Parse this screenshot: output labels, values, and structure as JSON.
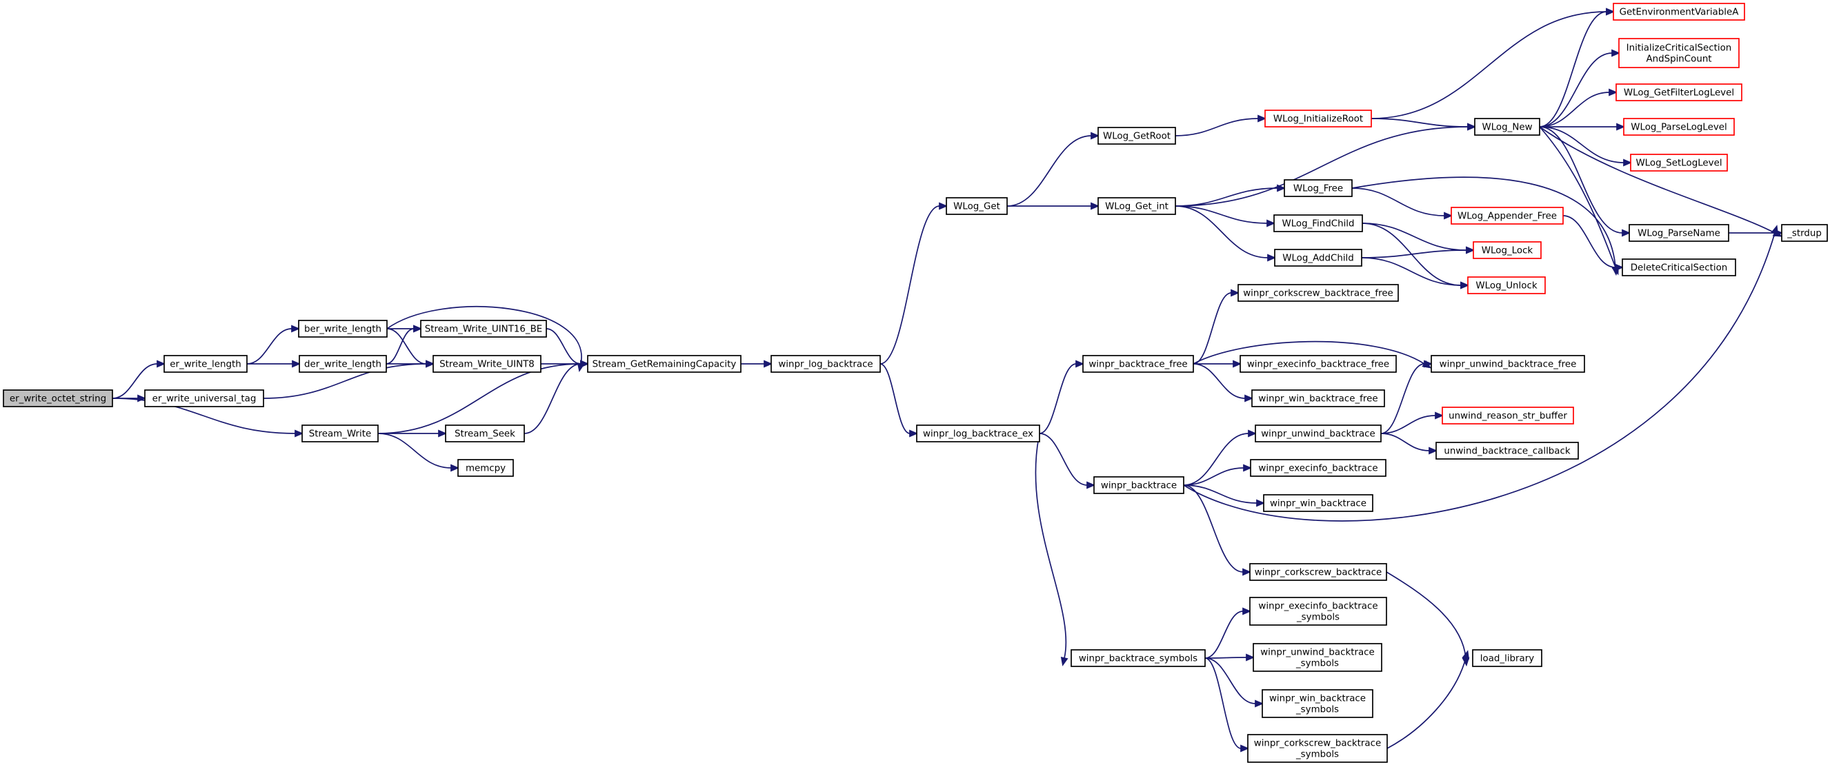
{
  "graph": {
    "nodes": [
      {
        "id": "er_write_octet_string",
        "lines": [
          "er_write_octet_string"
        ],
        "style": "root"
      },
      {
        "id": "er_write_length",
        "lines": [
          "er_write_length"
        ],
        "style": "normal"
      },
      {
        "id": "er_write_universal_tag",
        "lines": [
          "er_write_universal_tag"
        ],
        "style": "normal"
      },
      {
        "id": "Stream_Write",
        "lines": [
          "Stream_Write"
        ],
        "style": "normal"
      },
      {
        "id": "ber_write_length",
        "lines": [
          "ber_write_length"
        ],
        "style": "normal"
      },
      {
        "id": "der_write_length",
        "lines": [
          "der_write_length"
        ],
        "style": "normal"
      },
      {
        "id": "Stream_Write_UINT16_BE",
        "lines": [
          "Stream_Write_UINT16_BE"
        ],
        "style": "normal"
      },
      {
        "id": "Stream_Write_UINT8",
        "lines": [
          "Stream_Write_UINT8"
        ],
        "style": "normal"
      },
      {
        "id": "Stream_Seek",
        "lines": [
          "Stream_Seek"
        ],
        "style": "normal"
      },
      {
        "id": "memcpy",
        "lines": [
          "memcpy"
        ],
        "style": "normal"
      },
      {
        "id": "Stream_GetRemainingCapacity",
        "lines": [
          "Stream_GetRemainingCapacity"
        ],
        "style": "normal"
      },
      {
        "id": "winpr_log_backtrace",
        "lines": [
          "winpr_log_backtrace"
        ],
        "style": "normal"
      },
      {
        "id": "WLog_Get",
        "lines": [
          "WLog_Get"
        ],
        "style": "normal"
      },
      {
        "id": "winpr_log_backtrace_ex",
        "lines": [
          "winpr_log_backtrace_ex"
        ],
        "style": "normal"
      },
      {
        "id": "WLog_GetRoot",
        "lines": [
          "WLog_GetRoot"
        ],
        "style": "normal"
      },
      {
        "id": "WLog_Get_int",
        "lines": [
          "WLog_Get_int"
        ],
        "style": "normal"
      },
      {
        "id": "winpr_backtrace_free",
        "lines": [
          "winpr_backtrace_free"
        ],
        "style": "normal"
      },
      {
        "id": "winpr_backtrace",
        "lines": [
          "winpr_backtrace"
        ],
        "style": "normal"
      },
      {
        "id": "winpr_backtrace_symbols",
        "lines": [
          "winpr_backtrace_symbols"
        ],
        "style": "normal"
      },
      {
        "id": "WLog_InitializeRoot",
        "lines": [
          "WLog_InitializeRoot"
        ],
        "style": "red"
      },
      {
        "id": "WLog_Free",
        "lines": [
          "WLog_Free"
        ],
        "style": "normal"
      },
      {
        "id": "WLog_FindChild",
        "lines": [
          "WLog_FindChild"
        ],
        "style": "normal"
      },
      {
        "id": "WLog_AddChild",
        "lines": [
          "WLog_AddChild"
        ],
        "style": "normal"
      },
      {
        "id": "winpr_corkscrew_backtrace_free",
        "lines": [
          "winpr_corkscrew_backtrace_free"
        ],
        "style": "normal"
      },
      {
        "id": "winpr_execinfo_backtrace_free",
        "lines": [
          "winpr_execinfo_backtrace_free"
        ],
        "style": "normal"
      },
      {
        "id": "winpr_win_backtrace_free",
        "lines": [
          "winpr_win_backtrace_free"
        ],
        "style": "normal"
      },
      {
        "id": "winpr_unwind_backtrace",
        "lines": [
          "winpr_unwind_backtrace"
        ],
        "style": "normal"
      },
      {
        "id": "winpr_execinfo_backtrace",
        "lines": [
          "winpr_execinfo_backtrace"
        ],
        "style": "normal"
      },
      {
        "id": "winpr_win_backtrace",
        "lines": [
          "winpr_win_backtrace"
        ],
        "style": "normal"
      },
      {
        "id": "winpr_corkscrew_backtrace",
        "lines": [
          "winpr_corkscrew_backtrace"
        ],
        "style": "normal"
      },
      {
        "id": "winpr_execinfo_backtrace_symbols",
        "lines": [
          "winpr_execinfo_backtrace",
          "_symbols"
        ],
        "style": "normal"
      },
      {
        "id": "winpr_unwind_backtrace_symbols",
        "lines": [
          "winpr_unwind_backtrace",
          "_symbols"
        ],
        "style": "normal"
      },
      {
        "id": "winpr_win_backtrace_symbols",
        "lines": [
          "winpr_win_backtrace",
          "_symbols"
        ],
        "style": "normal"
      },
      {
        "id": "winpr_corkscrew_backtrace_symbols",
        "lines": [
          "winpr_corkscrew_backtrace",
          "_symbols"
        ],
        "style": "normal"
      },
      {
        "id": "WLog_New",
        "lines": [
          "WLog_New"
        ],
        "style": "normal"
      },
      {
        "id": "WLog_Appender_Free",
        "lines": [
          "WLog_Appender_Free"
        ],
        "style": "red"
      },
      {
        "id": "WLog_Lock",
        "lines": [
          "WLog_Lock"
        ],
        "style": "red"
      },
      {
        "id": "WLog_Unlock",
        "lines": [
          "WLog_Unlock"
        ],
        "style": "red"
      },
      {
        "id": "winpr_unwind_backtrace_free",
        "lines": [
          "winpr_unwind_backtrace_free"
        ],
        "style": "normal"
      },
      {
        "id": "unwind_reason_str_buffer",
        "lines": [
          "unwind_reason_str_buffer"
        ],
        "style": "red"
      },
      {
        "id": "unwind_backtrace_callback",
        "lines": [
          "unwind_backtrace_callback"
        ],
        "style": "normal"
      },
      {
        "id": "load_library",
        "lines": [
          "load_library"
        ],
        "style": "normal"
      },
      {
        "id": "GetEnvironmentVariableA",
        "lines": [
          "GetEnvironmentVariableA"
        ],
        "style": "red"
      },
      {
        "id": "InitializeCriticalSectionAndSpinCount",
        "lines": [
          "InitializeCriticalSection",
          "AndSpinCount"
        ],
        "style": "red"
      },
      {
        "id": "WLog_GetFilterLogLevel",
        "lines": [
          "WLog_GetFilterLogLevel"
        ],
        "style": "red"
      },
      {
        "id": "WLog_ParseLogLevel",
        "lines": [
          "WLog_ParseLogLevel"
        ],
        "style": "red"
      },
      {
        "id": "WLog_SetLogLevel",
        "lines": [
          "WLog_SetLogLevel"
        ],
        "style": "red"
      },
      {
        "id": "WLog_ParseName",
        "lines": [
          "WLog_ParseName"
        ],
        "style": "normal"
      },
      {
        "id": "DeleteCriticalSection",
        "lines": [
          "DeleteCriticalSection"
        ],
        "style": "normal"
      },
      {
        "id": "_strdup",
        "lines": [
          "_strdup"
        ],
        "style": "normal"
      }
    ],
    "edges": [
      [
        "er_write_octet_string",
        "er_write_length"
      ],
      [
        "er_write_octet_string",
        "er_write_universal_tag"
      ],
      [
        "er_write_octet_string",
        "Stream_Write"
      ],
      [
        "er_write_length",
        "ber_write_length"
      ],
      [
        "er_write_length",
        "der_write_length"
      ],
      [
        "er_write_universal_tag",
        "Stream_Write_UINT8"
      ],
      [
        "ber_write_length",
        "Stream_Write_UINT16_BE"
      ],
      [
        "ber_write_length",
        "Stream_Write_UINT8"
      ],
      [
        "ber_write_length",
        "Stream_GetRemainingCapacity"
      ],
      [
        "der_write_length",
        "Stream_Write_UINT16_BE"
      ],
      [
        "der_write_length",
        "Stream_Write_UINT8"
      ],
      [
        "Stream_Write_UINT16_BE",
        "Stream_GetRemainingCapacity"
      ],
      [
        "Stream_Write_UINT8",
        "Stream_GetRemainingCapacity"
      ],
      [
        "Stream_Write",
        "Stream_GetRemainingCapacity"
      ],
      [
        "Stream_Write",
        "Stream_Seek"
      ],
      [
        "Stream_Write",
        "memcpy"
      ],
      [
        "Stream_Seek",
        "Stream_GetRemainingCapacity"
      ],
      [
        "Stream_GetRemainingCapacity",
        "winpr_log_backtrace"
      ],
      [
        "winpr_log_backtrace",
        "WLog_Get"
      ],
      [
        "winpr_log_backtrace",
        "winpr_log_backtrace_ex"
      ],
      [
        "WLog_Get",
        "WLog_GetRoot"
      ],
      [
        "WLog_Get",
        "WLog_Get_int"
      ],
      [
        "WLog_GetRoot",
        "WLog_InitializeRoot"
      ],
      [
        "WLog_InitializeRoot",
        "GetEnvironmentVariableA"
      ],
      [
        "WLog_InitializeRoot",
        "WLog_New"
      ],
      [
        "WLog_Get_int",
        "WLog_New"
      ],
      [
        "WLog_Get_int",
        "WLog_Free"
      ],
      [
        "WLog_Get_int",
        "WLog_FindChild"
      ],
      [
        "WLog_Get_int",
        "WLog_AddChild"
      ],
      [
        "WLog_Free",
        "WLog_Appender_Free"
      ],
      [
        "WLog_Free",
        "DeleteCriticalSection"
      ],
      [
        "WLog_FindChild",
        "WLog_Lock"
      ],
      [
        "WLog_FindChild",
        "WLog_Unlock"
      ],
      [
        "WLog_AddChild",
        "WLog_Lock"
      ],
      [
        "WLog_AddChild",
        "WLog_Unlock"
      ],
      [
        "WLog_Appender_Free",
        "DeleteCriticalSection"
      ],
      [
        "WLog_New",
        "GetEnvironmentVariableA"
      ],
      [
        "WLog_New",
        "InitializeCriticalSectionAndSpinCount"
      ],
      [
        "WLog_New",
        "WLog_GetFilterLogLevel"
      ],
      [
        "WLog_New",
        "WLog_ParseLogLevel"
      ],
      [
        "WLog_New",
        "WLog_SetLogLevel"
      ],
      [
        "WLog_New",
        "WLog_ParseName"
      ],
      [
        "WLog_New",
        "DeleteCriticalSection"
      ],
      [
        "WLog_New",
        "_strdup"
      ],
      [
        "WLog_ParseName",
        "_strdup"
      ],
      [
        "winpr_log_backtrace_ex",
        "winpr_backtrace_free"
      ],
      [
        "winpr_log_backtrace_ex",
        "winpr_backtrace"
      ],
      [
        "winpr_log_backtrace_ex",
        "winpr_backtrace_symbols"
      ],
      [
        "winpr_backtrace_free",
        "winpr_corkscrew_backtrace_free"
      ],
      [
        "winpr_backtrace_free",
        "winpr_execinfo_backtrace_free"
      ],
      [
        "winpr_backtrace_free",
        "winpr_unwind_backtrace_free"
      ],
      [
        "winpr_backtrace_free",
        "winpr_win_backtrace_free"
      ],
      [
        "winpr_backtrace",
        "winpr_unwind_backtrace"
      ],
      [
        "winpr_backtrace",
        "winpr_execinfo_backtrace"
      ],
      [
        "winpr_backtrace",
        "winpr_win_backtrace"
      ],
      [
        "winpr_backtrace",
        "winpr_corkscrew_backtrace"
      ],
      [
        "winpr_backtrace",
        "_strdup"
      ],
      [
        "winpr_unwind_backtrace",
        "winpr_unwind_backtrace_free"
      ],
      [
        "winpr_unwind_backtrace",
        "unwind_reason_str_buffer"
      ],
      [
        "winpr_unwind_backtrace",
        "unwind_backtrace_callback"
      ],
      [
        "winpr_corkscrew_backtrace",
        "load_library"
      ],
      [
        "winpr_backtrace_symbols",
        "winpr_execinfo_backtrace_symbols"
      ],
      [
        "winpr_backtrace_symbols",
        "winpr_unwind_backtrace_symbols"
      ],
      [
        "winpr_backtrace_symbols",
        "winpr_win_backtrace_symbols"
      ],
      [
        "winpr_backtrace_symbols",
        "winpr_corkscrew_backtrace_symbols"
      ],
      [
        "winpr_corkscrew_backtrace_symbols",
        "load_library"
      ]
    ]
  },
  "colors": {
    "edge": "#191970",
    "root_fill": "#bfbfbf",
    "red_border": "#ff0000",
    "border": "#000000"
  }
}
